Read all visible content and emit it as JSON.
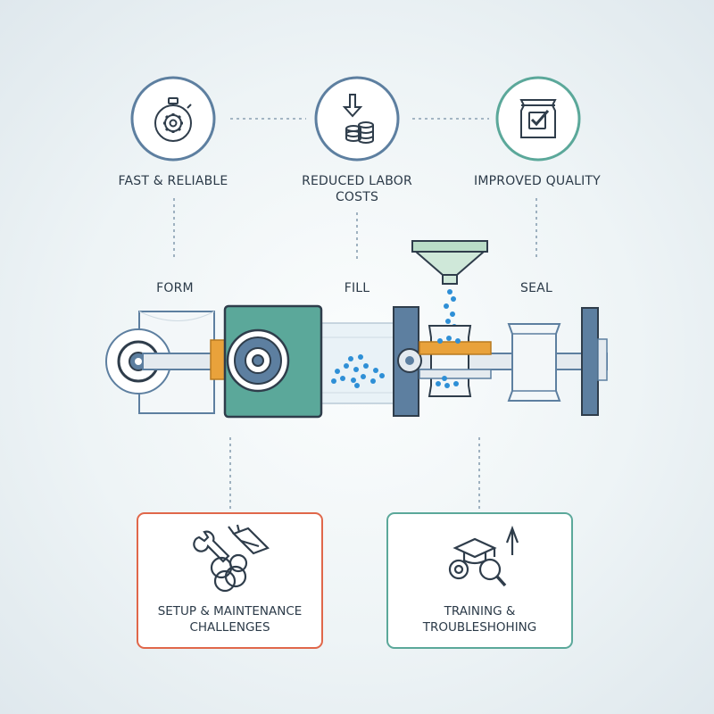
{
  "benefits": [
    {
      "lines": [
        "FAST & RELIABLE"
      ],
      "icon": "stopwatch-gear-icon",
      "color": "#5d7fa0"
    },
    {
      "lines": [
        "REDUCED LABOR",
        "COSTS"
      ],
      "icon": "coins-download-icon",
      "color": "#5d7fa0"
    },
    {
      "lines": [
        "IMPROVED QUALITY"
      ],
      "icon": "checked-package-icon",
      "color": "#5ba89a"
    }
  ],
  "stages": {
    "form": "FORM",
    "fill": "FILL",
    "seal": "SEAL"
  },
  "challenges": [
    {
      "lines": [
        "SETUP & MAINTENANCE",
        "CHALLENGES"
      ],
      "icon": "wrench-chain-icon",
      "border_color": "#e0674a"
    },
    {
      "lines": [
        "TRAINING &",
        "TROUBLESHOHING"
      ],
      "icon": "gradcap-magnifier-icon",
      "border_color": "#5ba89a"
    }
  ],
  "colors": {
    "steel_blue": "#5d7fa0",
    "teal": "#5ba89a",
    "orange": "#e9a23b",
    "coral": "#e0674a",
    "granule_blue": "#2e8fd6",
    "dark_line": "#2f3d4b"
  }
}
